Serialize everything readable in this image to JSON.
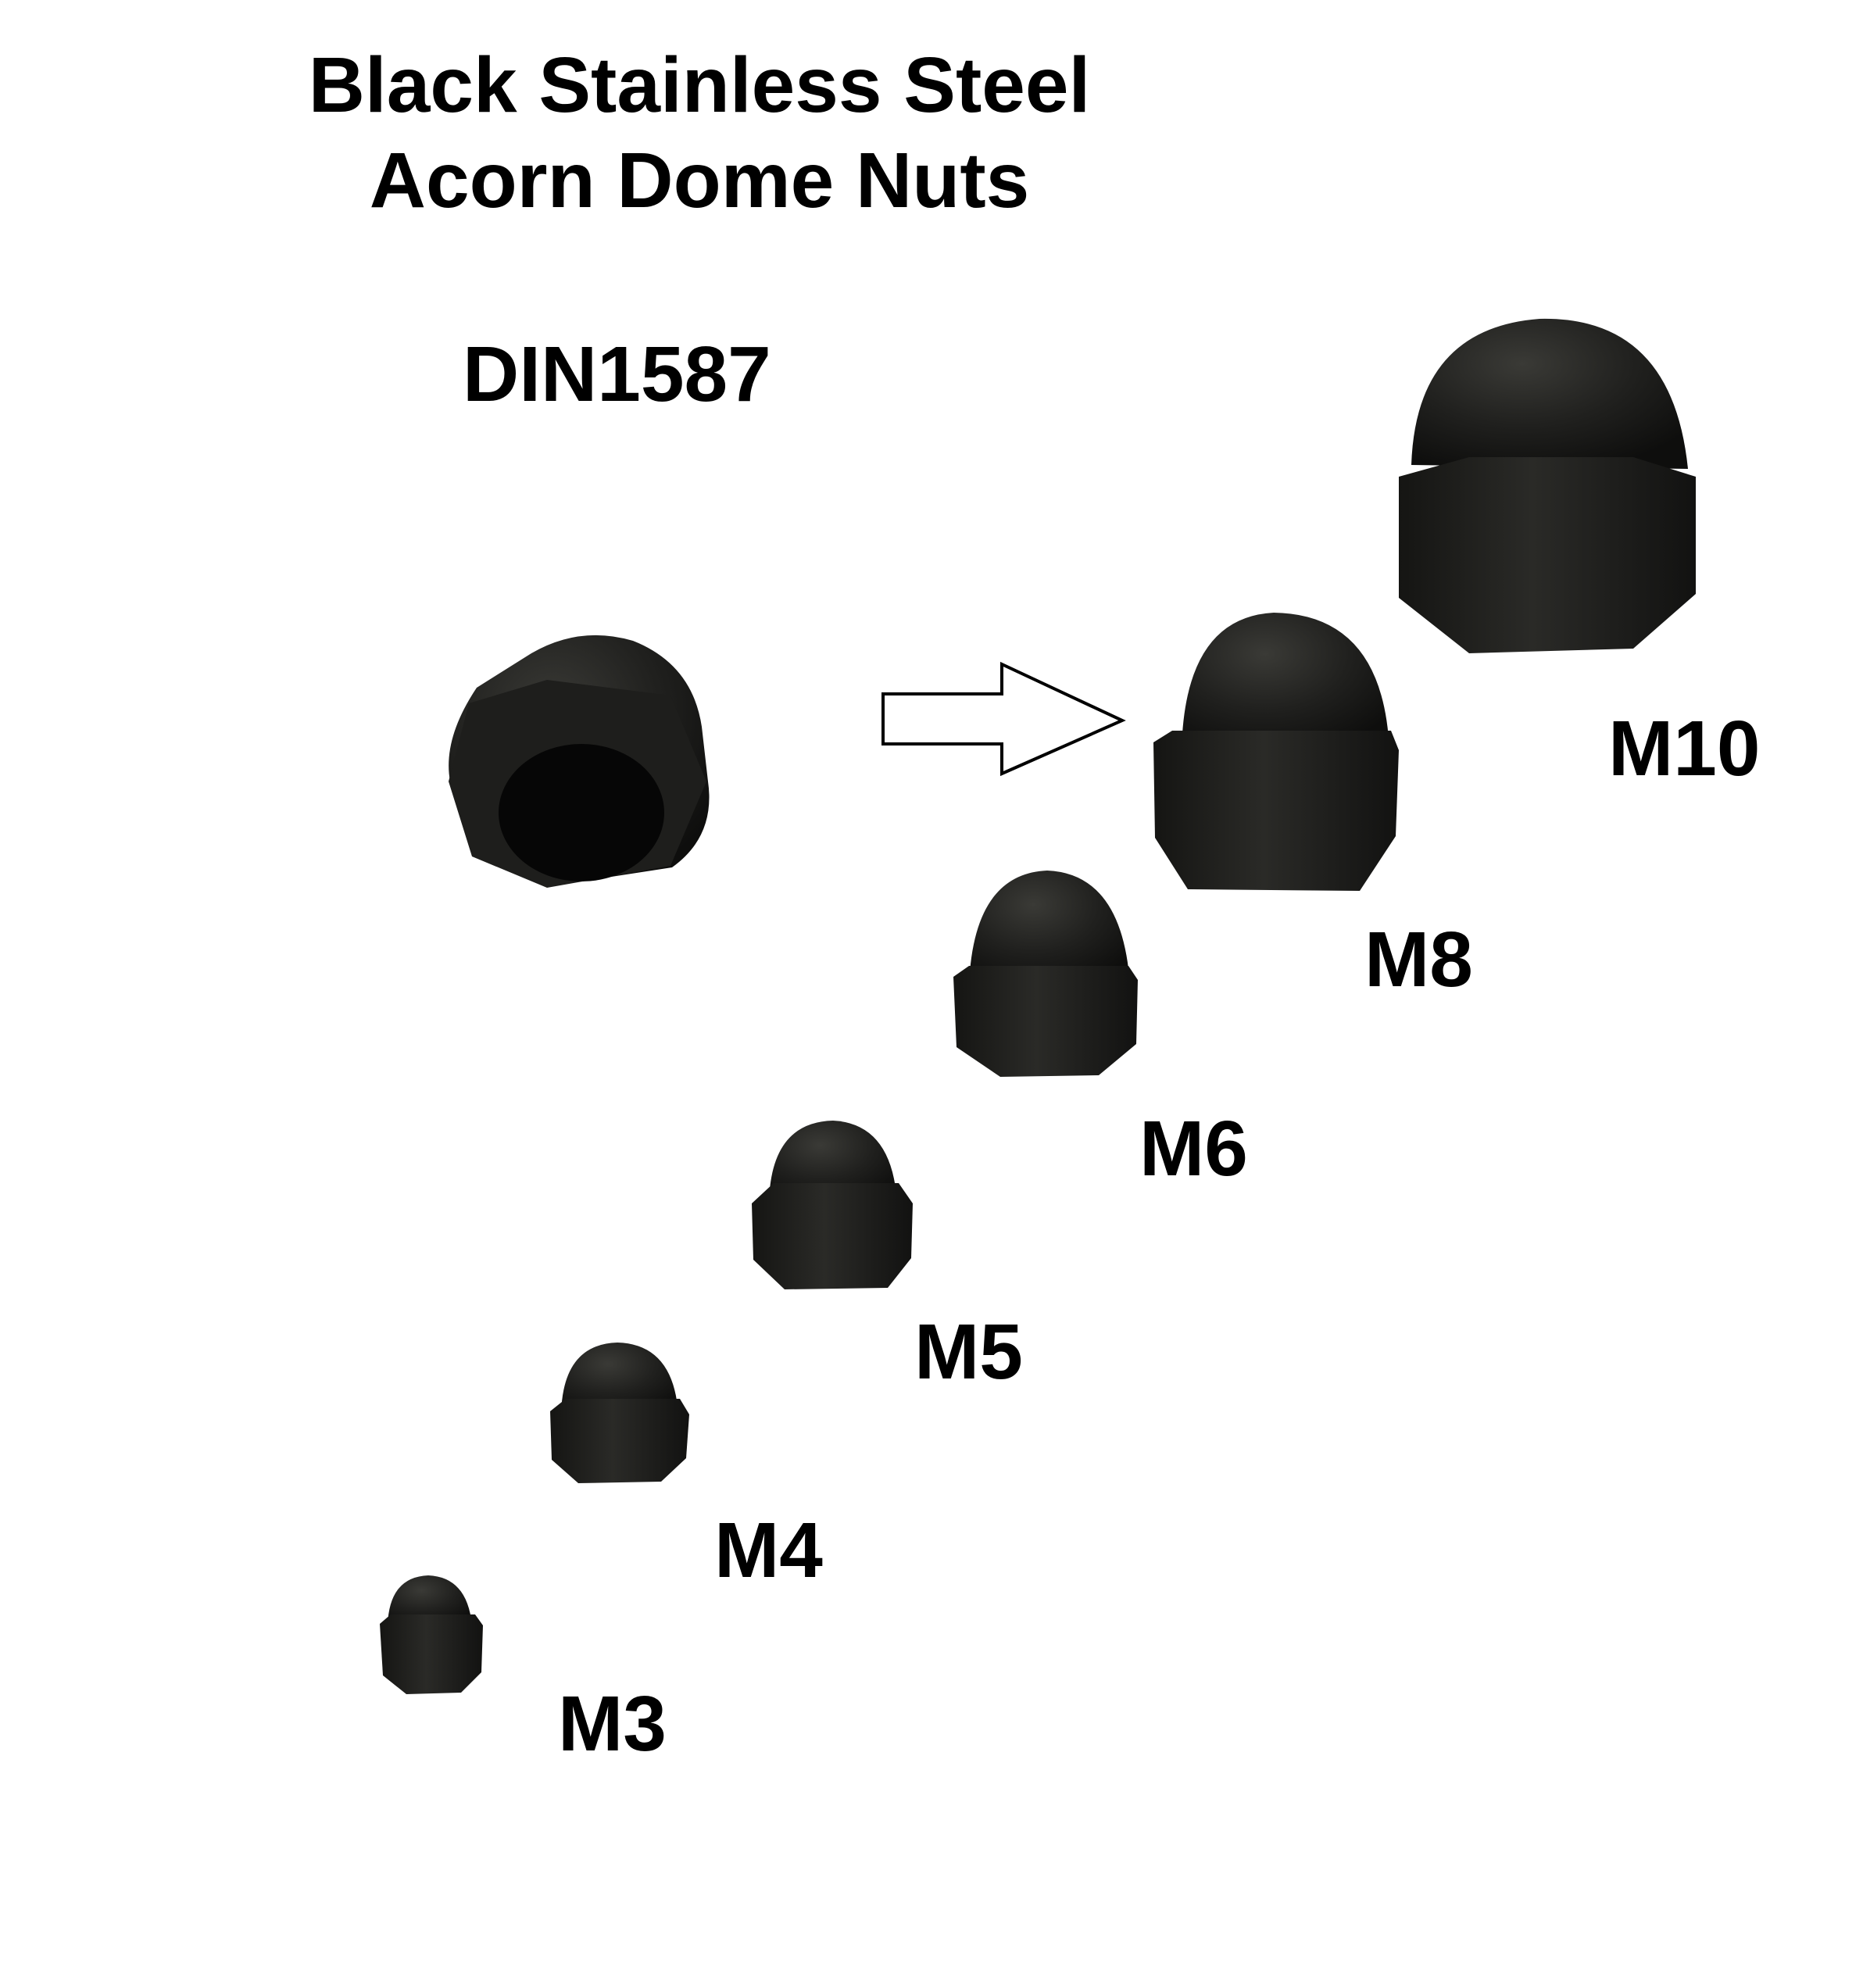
{
  "title": {
    "line1": "Black Stainless Steel",
    "line2": "Acorn Dome Nuts"
  },
  "standard": "DIN1587",
  "labels": {
    "m10": "M10",
    "m8": "M8",
    "m6": "M6",
    "m5": "M5",
    "m4": "M4",
    "m3": "M3"
  },
  "colors": {
    "background": "#ffffff",
    "nut": "#1c1c1a",
    "text": "#000000"
  }
}
